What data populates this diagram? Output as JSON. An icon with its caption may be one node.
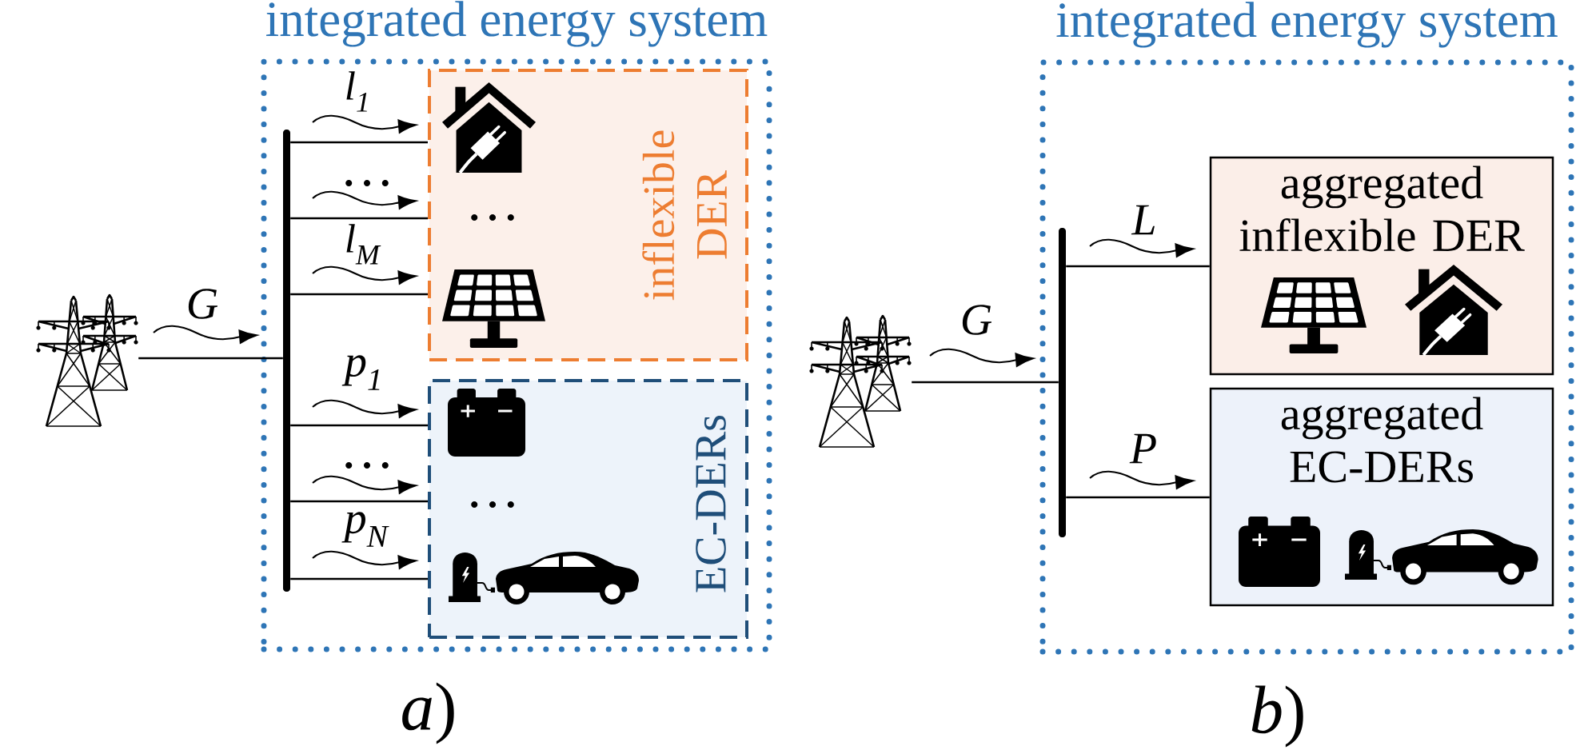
{
  "diagram": {
    "nodes": [
      {
        "text": [
          "integrated energy system"
        ]
      },
      {
        "text": [],
        "shape": "picture"
      },
      {
        "text": [],
        "shape": "bar",
        "in": 0
      },
      {
        "text": [
          "inflexible DER"
        ],
        "in": 0
      },
      {
        "text": [],
        "shape": "picture",
        "in": 3
      },
      {
        "text": [],
        "shape": "picture",
        "in": 3
      },
      {
        "text": [
          "EC-DERs"
        ],
        "in": 0
      },
      {
        "text": [],
        "shape": "picture",
        "in": 6
      },
      {
        "text": [],
        "shape": "picture",
        "in": 6
      },
      {
        "text": [],
        "shape": "picture",
        "in": 6
      },
      {
        "text": [
          "integrated energy system"
        ]
      },
      {
        "text": [],
        "shape": "picture"
      },
      {
        "text": [],
        "shape": "bar",
        "in": 10
      },
      {
        "text": [
          "aggregated inflexible DER"
        ],
        "in": 10
      },
      {
        "text": [],
        "shape": "picture",
        "in": 13
      },
      {
        "text": [],
        "shape": "picture",
        "in": 13
      },
      {
        "text": [
          "aggregated EC-DERs"
        ],
        "in": 10
      },
      {
        "text": [],
        "shape": "picture",
        "in": 16
      },
      {
        "text": [],
        "shape": "picture",
        "in": 16
      },
      {
        "text": [],
        "shape": "picture",
        "in": 16
      }
    ],
    "edges": [
      {
        "from": 1,
        "to": 2,
        "arrow": "none",
        "label": "G"
      },
      {
        "from": 2,
        "to": 3,
        "arrow": "none",
        "label": "l$_{1}$"
      },
      {
        "from": 2,
        "to": 3,
        "arrow": "none",
        "label": "…"
      },
      {
        "from": 2,
        "to": 3,
        "arrow": "none",
        "label": "l$_{M}$"
      },
      {
        "from": 2,
        "to": 6,
        "arrow": "none",
        "label": "p$_{1}$"
      },
      {
        "from": 2,
        "to": 6,
        "arrow": "none",
        "label": "…"
      },
      {
        "from": 2,
        "to": 6,
        "arrow": "none",
        "label": "p$_{N}$"
      },
      {
        "from": 11,
        "to": 12,
        "arrow": "none",
        "label": "G"
      },
      {
        "from": 12,
        "to": 13,
        "arrow": "none",
        "label": "L"
      },
      {
        "from": 12,
        "to": 16,
        "arrow": "none",
        "label": "P"
      }
    ],
    "labels": [
      "…",
      "…",
      "*a*)",
      "*b*)"
    ]
  }
}
